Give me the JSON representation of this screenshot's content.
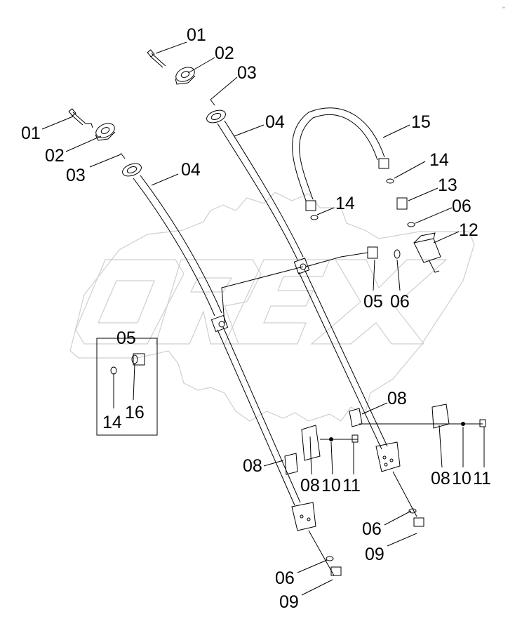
{
  "corner_mark": "₩",
  "watermark": {
    "text": "OREX",
    "color": "#cfcfcf"
  },
  "callouts": [
    {
      "id": "c1",
      "text": "01"
    },
    {
      "id": "c2",
      "text": "02"
    },
    {
      "id": "c3",
      "text": "03"
    },
    {
      "id": "c4",
      "text": "04"
    },
    {
      "id": "c5",
      "text": "01"
    },
    {
      "id": "c6",
      "text": "02"
    },
    {
      "id": "c7",
      "text": "03"
    },
    {
      "id": "c8",
      "text": "04"
    },
    {
      "id": "c9",
      "text": "15"
    },
    {
      "id": "c10",
      "text": "14"
    },
    {
      "id": "c11",
      "text": "13"
    },
    {
      "id": "c12",
      "text": "14"
    },
    {
      "id": "c13",
      "text": "06"
    },
    {
      "id": "c14",
      "text": "12"
    },
    {
      "id": "c15",
      "text": "05"
    },
    {
      "id": "c16",
      "text": "06"
    },
    {
      "id": "c17",
      "text": "05"
    },
    {
      "id": "c18",
      "text": "14"
    },
    {
      "id": "c19",
      "text": "16"
    },
    {
      "id": "c20",
      "text": "08"
    },
    {
      "id": "c21",
      "text": "08"
    },
    {
      "id": "c22",
      "text": "08"
    },
    {
      "id": "c23",
      "text": "10"
    },
    {
      "id": "c24",
      "text": "11"
    },
    {
      "id": "c25",
      "text": "08"
    },
    {
      "id": "c26",
      "text": "10"
    },
    {
      "id": "c27",
      "text": "11"
    },
    {
      "id": "c28",
      "text": "06"
    },
    {
      "id": "c29",
      "text": "09"
    },
    {
      "id": "c30",
      "text": "06"
    },
    {
      "id": "c31",
      "text": "09"
    }
  ]
}
